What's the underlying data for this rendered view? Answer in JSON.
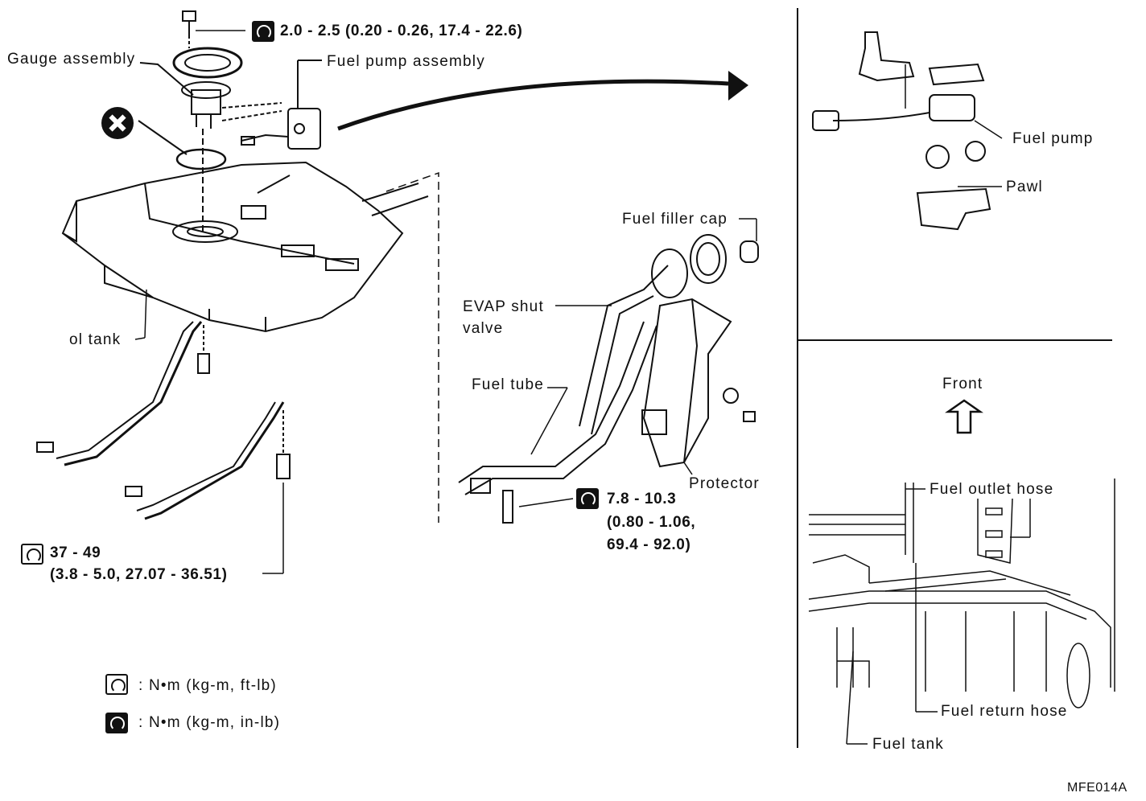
{
  "torque_top": "2.0 - 2.5 (0.20 - 0.26, 17.4 - 22.6)",
  "labels": {
    "gauge_assembly": "Gauge assembly",
    "fuel_pump_assembly": "Fuel pump assembly",
    "fuel_tank_partial": "ol tank",
    "evap_shut": "EVAP shut",
    "valve": "valve",
    "fuel_tube": "Fuel tube",
    "fuel_filler_cap": "Fuel filler cap",
    "protector": "Protector",
    "fuel_pump": "Fuel pump",
    "pawl": "Pawl",
    "front": "Front",
    "fuel_outlet_hose": "Fuel outlet hose",
    "fuel_return_hose": "Fuel return hose",
    "fuel_tank": "Fuel tank"
  },
  "torque_strap": {
    "line1": "37 - 49",
    "line2": "(3.8 - 5.0, 27.07 - 36.51)"
  },
  "torque_tube": {
    "line1": "7.8 - 10.3",
    "line2": "(0.80 - 1.06,",
    "line3": "69.4 - 92.0)"
  },
  "legend": {
    "ftlb": ": N•m (kg-m, ft-lb)",
    "inlb": ": N•m (kg-m, in-lb)"
  },
  "figure_code": "MFE014A",
  "icons": [
    "torque-wrench-icon",
    "torque-wrench-inlb-icon",
    "replace-part-icon",
    "front-arrow-icon"
  ]
}
